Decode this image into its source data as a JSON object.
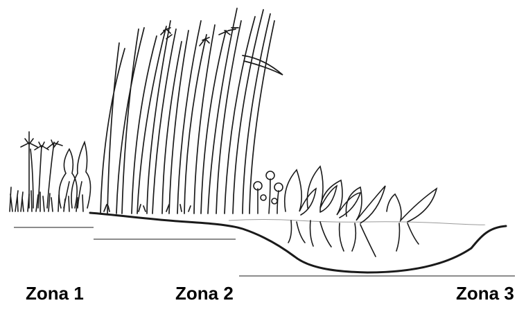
{
  "zones": [
    {
      "label": "Zona 1"
    },
    {
      "label": "Zona 2"
    },
    {
      "label": "Zona 3"
    }
  ],
  "colors": {
    "ink": "#1a1a1a",
    "background": "#ffffff",
    "water_line": "#9a9a9a"
  }
}
